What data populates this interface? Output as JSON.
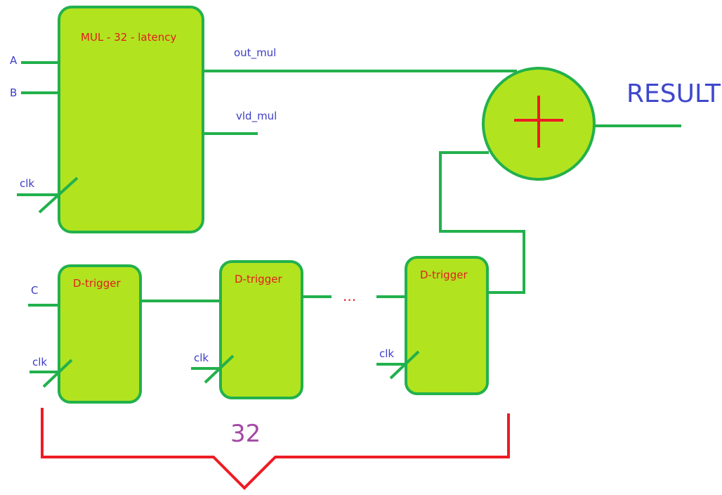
{
  "colors": {
    "block_fill": "#b2e31f",
    "wire": "#22b14c",
    "label_blue": "#3f48cc",
    "label_red": "#ed1c24",
    "count_purple": "#a349a4"
  },
  "mul_block": {
    "title": "MUL - 32 - latency",
    "inputs": [
      "A",
      "B"
    ],
    "clk": "clk",
    "out_label": "out_mul",
    "vld_label": "vld_mul"
  },
  "adder": {
    "symbol": "plus-icon",
    "result_label": "RESULT"
  },
  "dtriggers": [
    {
      "title": "D-trigger",
      "clk": "clk",
      "input": "C"
    },
    {
      "title": "D-trigger",
      "clk": "clk"
    },
    {
      "title": "D-trigger",
      "clk": "clk"
    }
  ],
  "chain_ellipsis": "...",
  "brace_count": "32"
}
